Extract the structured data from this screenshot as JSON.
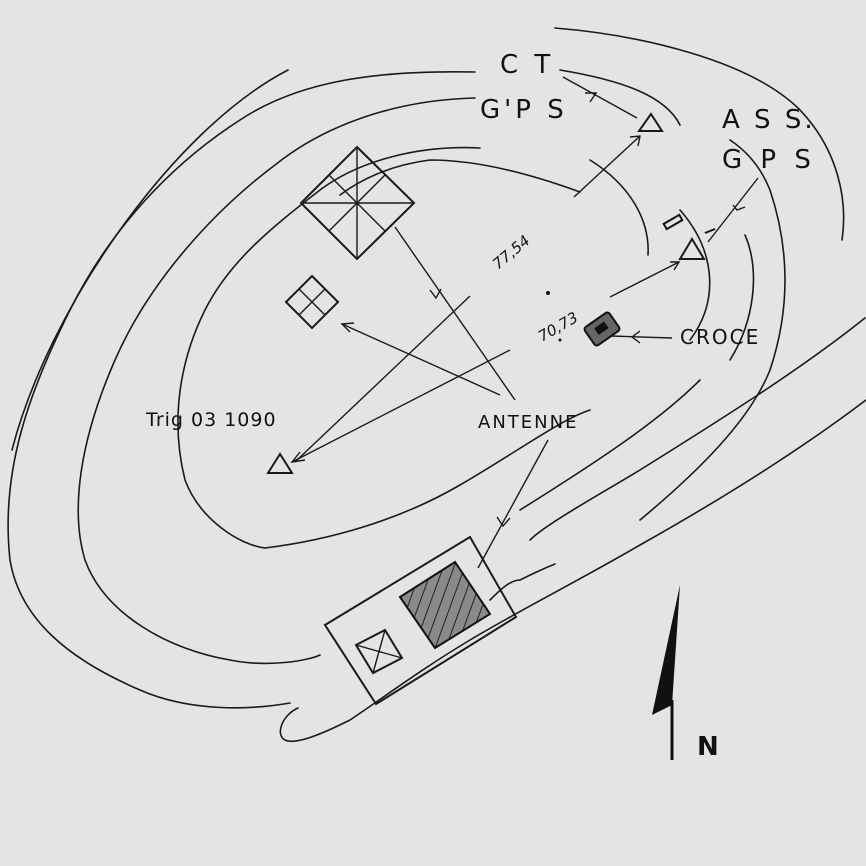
{
  "labels": {
    "ct": "C T",
    "ct_gps": "G'P S",
    "ass": "A S S.",
    "ass_gps": "G P S",
    "croce": "CROCE",
    "antenne": "ANTENNE",
    "trig": "Trig 03 1090",
    "north": "N"
  },
  "elevations": {
    "summit": "77,54",
    "cross": "70,73"
  }
}
